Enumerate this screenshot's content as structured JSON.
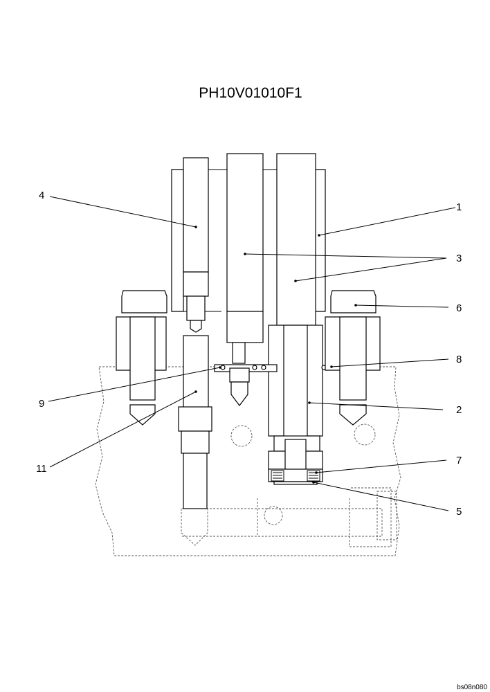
{
  "diagram": {
    "title": "PH10V01010F1",
    "reference": "bs08n080",
    "callouts": [
      {
        "id": "1",
        "label": "1"
      },
      {
        "id": "2",
        "label": "2"
      },
      {
        "id": "3",
        "label": "3"
      },
      {
        "id": "4",
        "label": "4"
      },
      {
        "id": "5",
        "label": "5"
      },
      {
        "id": "6",
        "label": "6"
      },
      {
        "id": "7",
        "label": "7"
      },
      {
        "id": "8",
        "label": "8"
      },
      {
        "id": "9",
        "label": "9"
      },
      {
        "id": "11",
        "label": "11"
      }
    ]
  }
}
